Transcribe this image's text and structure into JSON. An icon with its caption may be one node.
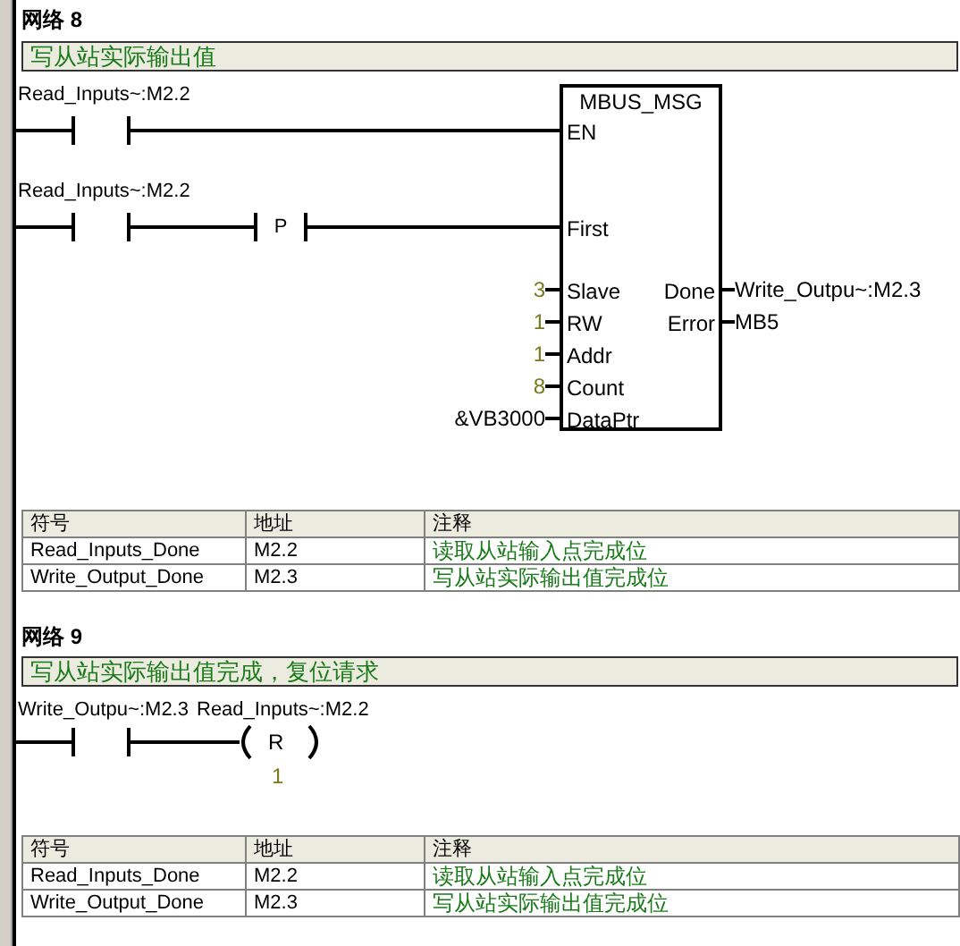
{
  "diagram": {
    "nodes": [
      {
        "text": [],
        "shape": "bar"
      },
      {
        "text": [
          "写从站实际输出值"
        ]
      },
      {
        "text": [
          "Read_Inputs~:M2.2"
        ]
      },
      {
        "text": [
          "MBUS_MSG",
          "EN",
          "First",
          "Slave",
          "RW",
          "Addr",
          "Count",
          "DataPtr",
          "Done",
          "Error"
        ]
      },
      {
        "text": [
          "Read_Inputs~:M2.2"
        ]
      },
      {
        "text": [
          "P"
        ]
      },
      {
        "text": [
          "3"
        ]
      },
      {
        "text": [
          "1"
        ]
      },
      {
        "text": [
          "1"
        ]
      },
      {
        "text": [
          "8"
        ]
      },
      {
        "text": [
          "&VB3000"
        ]
      },
      {
        "text": [
          "Write_Outpu~:M2.3"
        ]
      },
      {
        "text": [
          "MB5"
        ]
      },
      {
        "text": [
          "写从站实际输出值完成，复位请求"
        ]
      },
      {
        "text": [
          "Write_Outpu~:M2.3"
        ]
      },
      {
        "text": [
          "Read_Inputs~:M2.2",
          "R",
          "1"
        ]
      }
    ],
    "edges": [
      {
        "from": 0,
        "to": 2,
        "arrow": "none"
      },
      {
        "from": 2,
        "to": 3,
        "arrow": "none"
      },
      {
        "from": 0,
        "to": 4,
        "arrow": "none"
      },
      {
        "from": 4,
        "to": 5,
        "arrow": "none"
      },
      {
        "from": 5,
        "to": 3,
        "arrow": "none"
      },
      {
        "from": 6,
        "to": 3,
        "arrow": "none"
      },
      {
        "from": 7,
        "to": 3,
        "arrow": "none"
      },
      {
        "from": 8,
        "to": 3,
        "arrow": "none"
      },
      {
        "from": 9,
        "to": 3,
        "arrow": "none"
      },
      {
        "from": 10,
        "to": 3,
        "arrow": "none"
      },
      {
        "from": 3,
        "to": 11,
        "arrow": "none"
      },
      {
        "from": 3,
        "to": 12,
        "arrow": "none"
      },
      {
        "from": 0,
        "to": 14,
        "arrow": "none"
      },
      {
        "from": 14,
        "to": 15,
        "arrow": "none"
      }
    ],
    "labels": [
      "网络 8",
      "符号",
      "地址",
      "注释",
      "Read_Inputs_Done",
      "M2.2",
      "读取从站输入点完成位",
      "Write_Output_Done",
      "M2.3",
      "写从站实际输出值完成位",
      "网络 9",
      "符号",
      "地址",
      "注释",
      "Read_Inputs_Done",
      "M2.2",
      "读取从站输入点完成位",
      "Write_Output_Done",
      "M2.3",
      "写从站实际输出值完成位"
    ]
  }
}
